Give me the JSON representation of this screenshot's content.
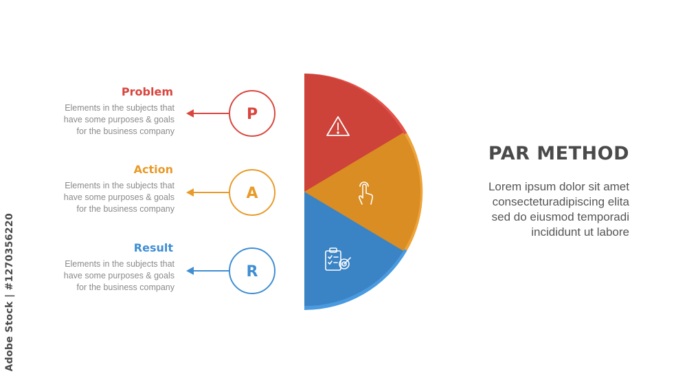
{
  "title": "PAR METHOD",
  "body_text": "Lorem ipsum dolor sit amet\nconsecteturadipiscing elita\nsed do eiusmod temporadi\nincididunt ut labore",
  "watermark": "Adobe Stock | #1270356220",
  "colors": {
    "red": "#d9453d",
    "orange": "#e99a28",
    "blue": "#3f8ed3"
  },
  "items": [
    {
      "title": "Problem",
      "letter": "P",
      "color": "#d9453d",
      "icon": "warning-triangle-icon",
      "description": "Elements in the subjects that\nhave  some purposes & goals\nfor the  business company"
    },
    {
      "title": "Action",
      "letter": "A",
      "color": "#e99a28",
      "icon": "hand-tap-icon",
      "description": "Elements in the subjects that\nhave  some purposes & goals\nfor the  business company"
    },
    {
      "title": "Result",
      "letter": "R",
      "color": "#3f8ed3",
      "icon": "clipboard-target-icon",
      "description": "Elements in the subjects that\nhave  some purposes & goals\nfor the  business company"
    }
  ]
}
